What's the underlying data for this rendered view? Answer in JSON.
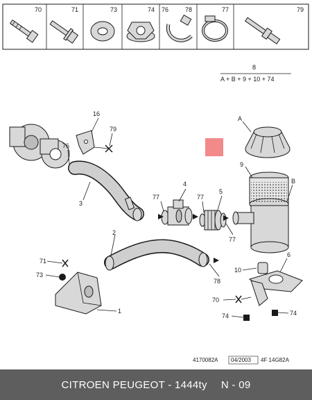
{
  "header_parts": [
    {
      "num": "70",
      "icon": "bolt-icon"
    },
    {
      "num": "71",
      "icon": "flange-bolt-icon"
    },
    {
      "num": "73",
      "icon": "washer-icon"
    },
    {
      "num": "74",
      "icon": "nut-icon"
    },
    {
      "num": "76",
      "num2": "78",
      "icon": "hose-clamp-icon"
    },
    {
      "num": "77",
      "icon": "worm-clamp-icon"
    },
    {
      "num": "79",
      "icon": "stud-bolt-icon"
    }
  ],
  "kit": {
    "number": "8",
    "formula": "A + B + 9 + 10 + 74"
  },
  "callouts": {
    "c16": "16",
    "c79": "79",
    "c76": "76",
    "c3": "3",
    "c77a": "77",
    "c4": "4",
    "c77b": "77",
    "c5": "5",
    "cA": "A",
    "c9": "9",
    "cB": "B",
    "c77c": "77",
    "c2": "2",
    "c71": "71",
    "c73": "73",
    "c1": "1",
    "c10": "10",
    "c6": "6",
    "c78": "78",
    "c70": "70",
    "c74a": "74",
    "c74b": "74"
  },
  "ref_codes": {
    "doc": "4170082A",
    "date": "04/2003",
    "code": "4F 14G82A"
  },
  "accent_color": "#f28a8a",
  "footer": {
    "brand": "CITROEN PEUGEOT - 1444ty",
    "page": "N - 09"
  }
}
